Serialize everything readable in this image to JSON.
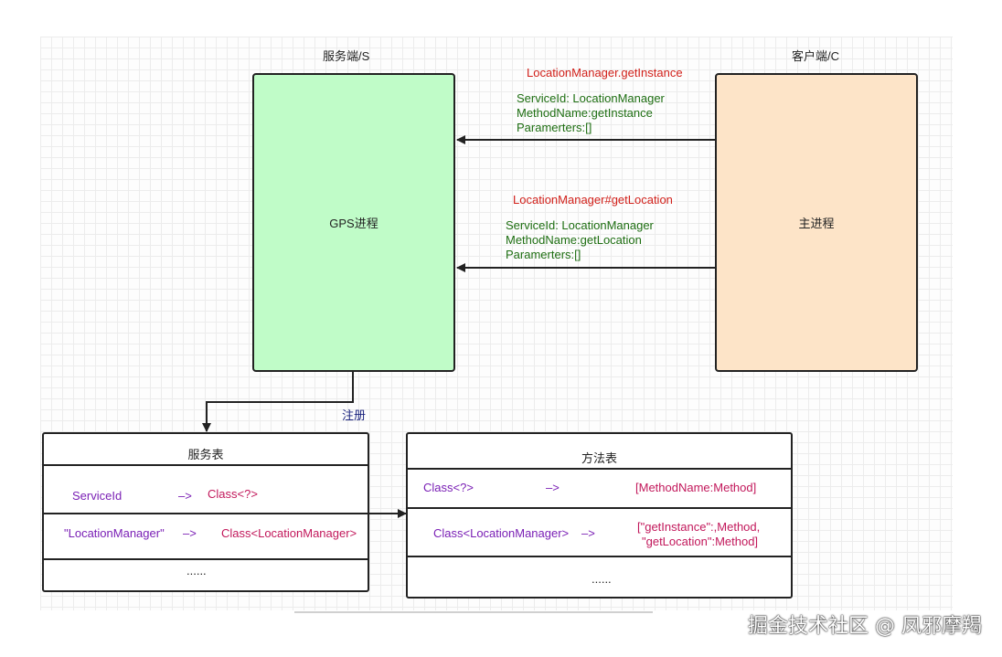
{
  "server": {
    "header": "服务端/S",
    "box_label": "GPS进程"
  },
  "client": {
    "header": "客户端/C",
    "box_label": "主进程"
  },
  "call1": {
    "title": "LocationManager.getInstance",
    "service_id": "ServiceId: LocationManager",
    "method_name": "MethodName:getInstance",
    "params": "Paramerters:[]"
  },
  "call2": {
    "title": "LocationManager#getLocation",
    "service_id": "ServiceId: LocationManager",
    "method_name": "MethodName:getLocation",
    "params": "Paramerters:[]"
  },
  "register_label": "注册",
  "service_table": {
    "title": "服务表",
    "rows": [
      {
        "key": "ServiceId",
        "arrow": "–>",
        "value": "Class<?>"
      },
      {
        "key": "\"LocationManager\"",
        "arrow": "–>",
        "value": "Class<LocationManager>"
      }
    ],
    "more": "......"
  },
  "method_table": {
    "title": "方法表",
    "rows": [
      {
        "key": "Class<?>",
        "arrow": "–>",
        "value": "[MethodName:Method]"
      },
      {
        "key": "Class<LocationManager>",
        "arrow": "–>",
        "value_line1": "[\"getInstance\":,Method,",
        "value_line2": "\"getLocation\":Method]"
      }
    ],
    "more": "......"
  },
  "watermark": "掘金技术社区 @ 凤邪摩羯",
  "colors": {
    "server_fill": "#c0fcc8",
    "client_fill": "#fde4c8",
    "call_title": "#d1201a",
    "call_detail": "#1e6e12",
    "table_key": "#7a1fb5",
    "table_value": "#c2185b"
  }
}
